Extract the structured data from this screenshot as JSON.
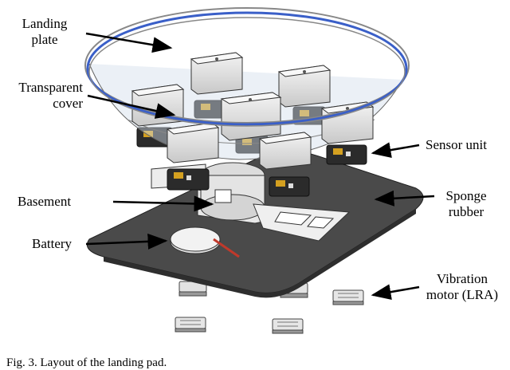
{
  "labels": {
    "landing_plate": "Landing\nplate",
    "transparent_cover": "Transparent\ncover",
    "basement": "Basement",
    "battery": "Battery",
    "sensor_unit": "Sensor unit",
    "sponge_rubber": "Sponge\nrubber",
    "vibration_motor": "Vibration\nmotor (LRA)"
  },
  "caption": "Fig. 3. Layout of the landing pad.",
  "colors": {
    "plate_ring": "#3a5fc8",
    "rubber": "#4a4a4a",
    "battery_lead": "#c0392b",
    "pcb": "#2b2b2b",
    "sensor_chip": "#d4a020"
  }
}
